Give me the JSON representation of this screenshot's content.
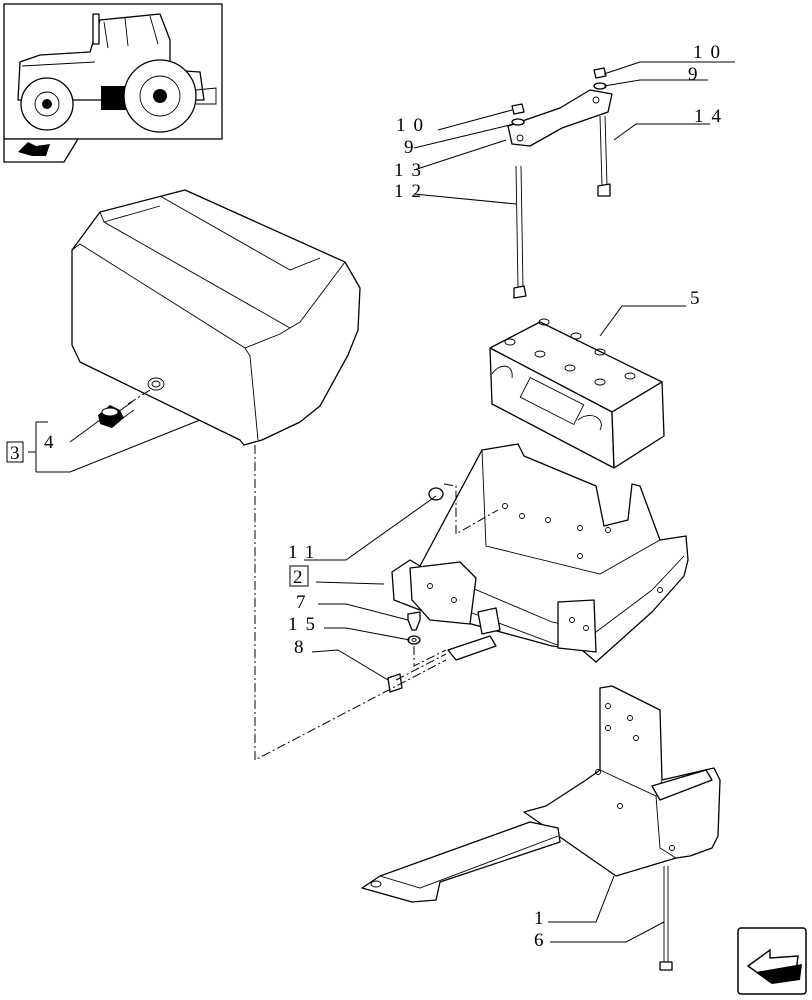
{
  "diagram": {
    "callouts": [
      {
        "id": "c10a",
        "text": "10"
      },
      {
        "id": "c9a",
        "text": "9"
      },
      {
        "id": "c10b",
        "text": "10"
      },
      {
        "id": "c9b",
        "text": "9"
      },
      {
        "id": "c14",
        "text": "14"
      },
      {
        "id": "c13",
        "text": "13"
      },
      {
        "id": "c12",
        "text": "12"
      },
      {
        "id": "c5",
        "text": "5"
      },
      {
        "id": "c4",
        "text": "4"
      },
      {
        "id": "c3",
        "text": "3"
      },
      {
        "id": "c11",
        "text": "11"
      },
      {
        "id": "c2",
        "text": "2"
      },
      {
        "id": "c7",
        "text": "7"
      },
      {
        "id": "c15",
        "text": "15"
      },
      {
        "id": "c8",
        "text": "8"
      },
      {
        "id": "c1",
        "text": "1"
      },
      {
        "id": "c6",
        "text": "6"
      }
    ],
    "icons": {
      "thumbnail": "tractor-thumbnail-icon",
      "nav_prev": "previous-page-icon",
      "nav_next": "next-page-arrow-icon"
    },
    "colors": {
      "ink": "#000000",
      "paper": "#ffffff"
    }
  }
}
